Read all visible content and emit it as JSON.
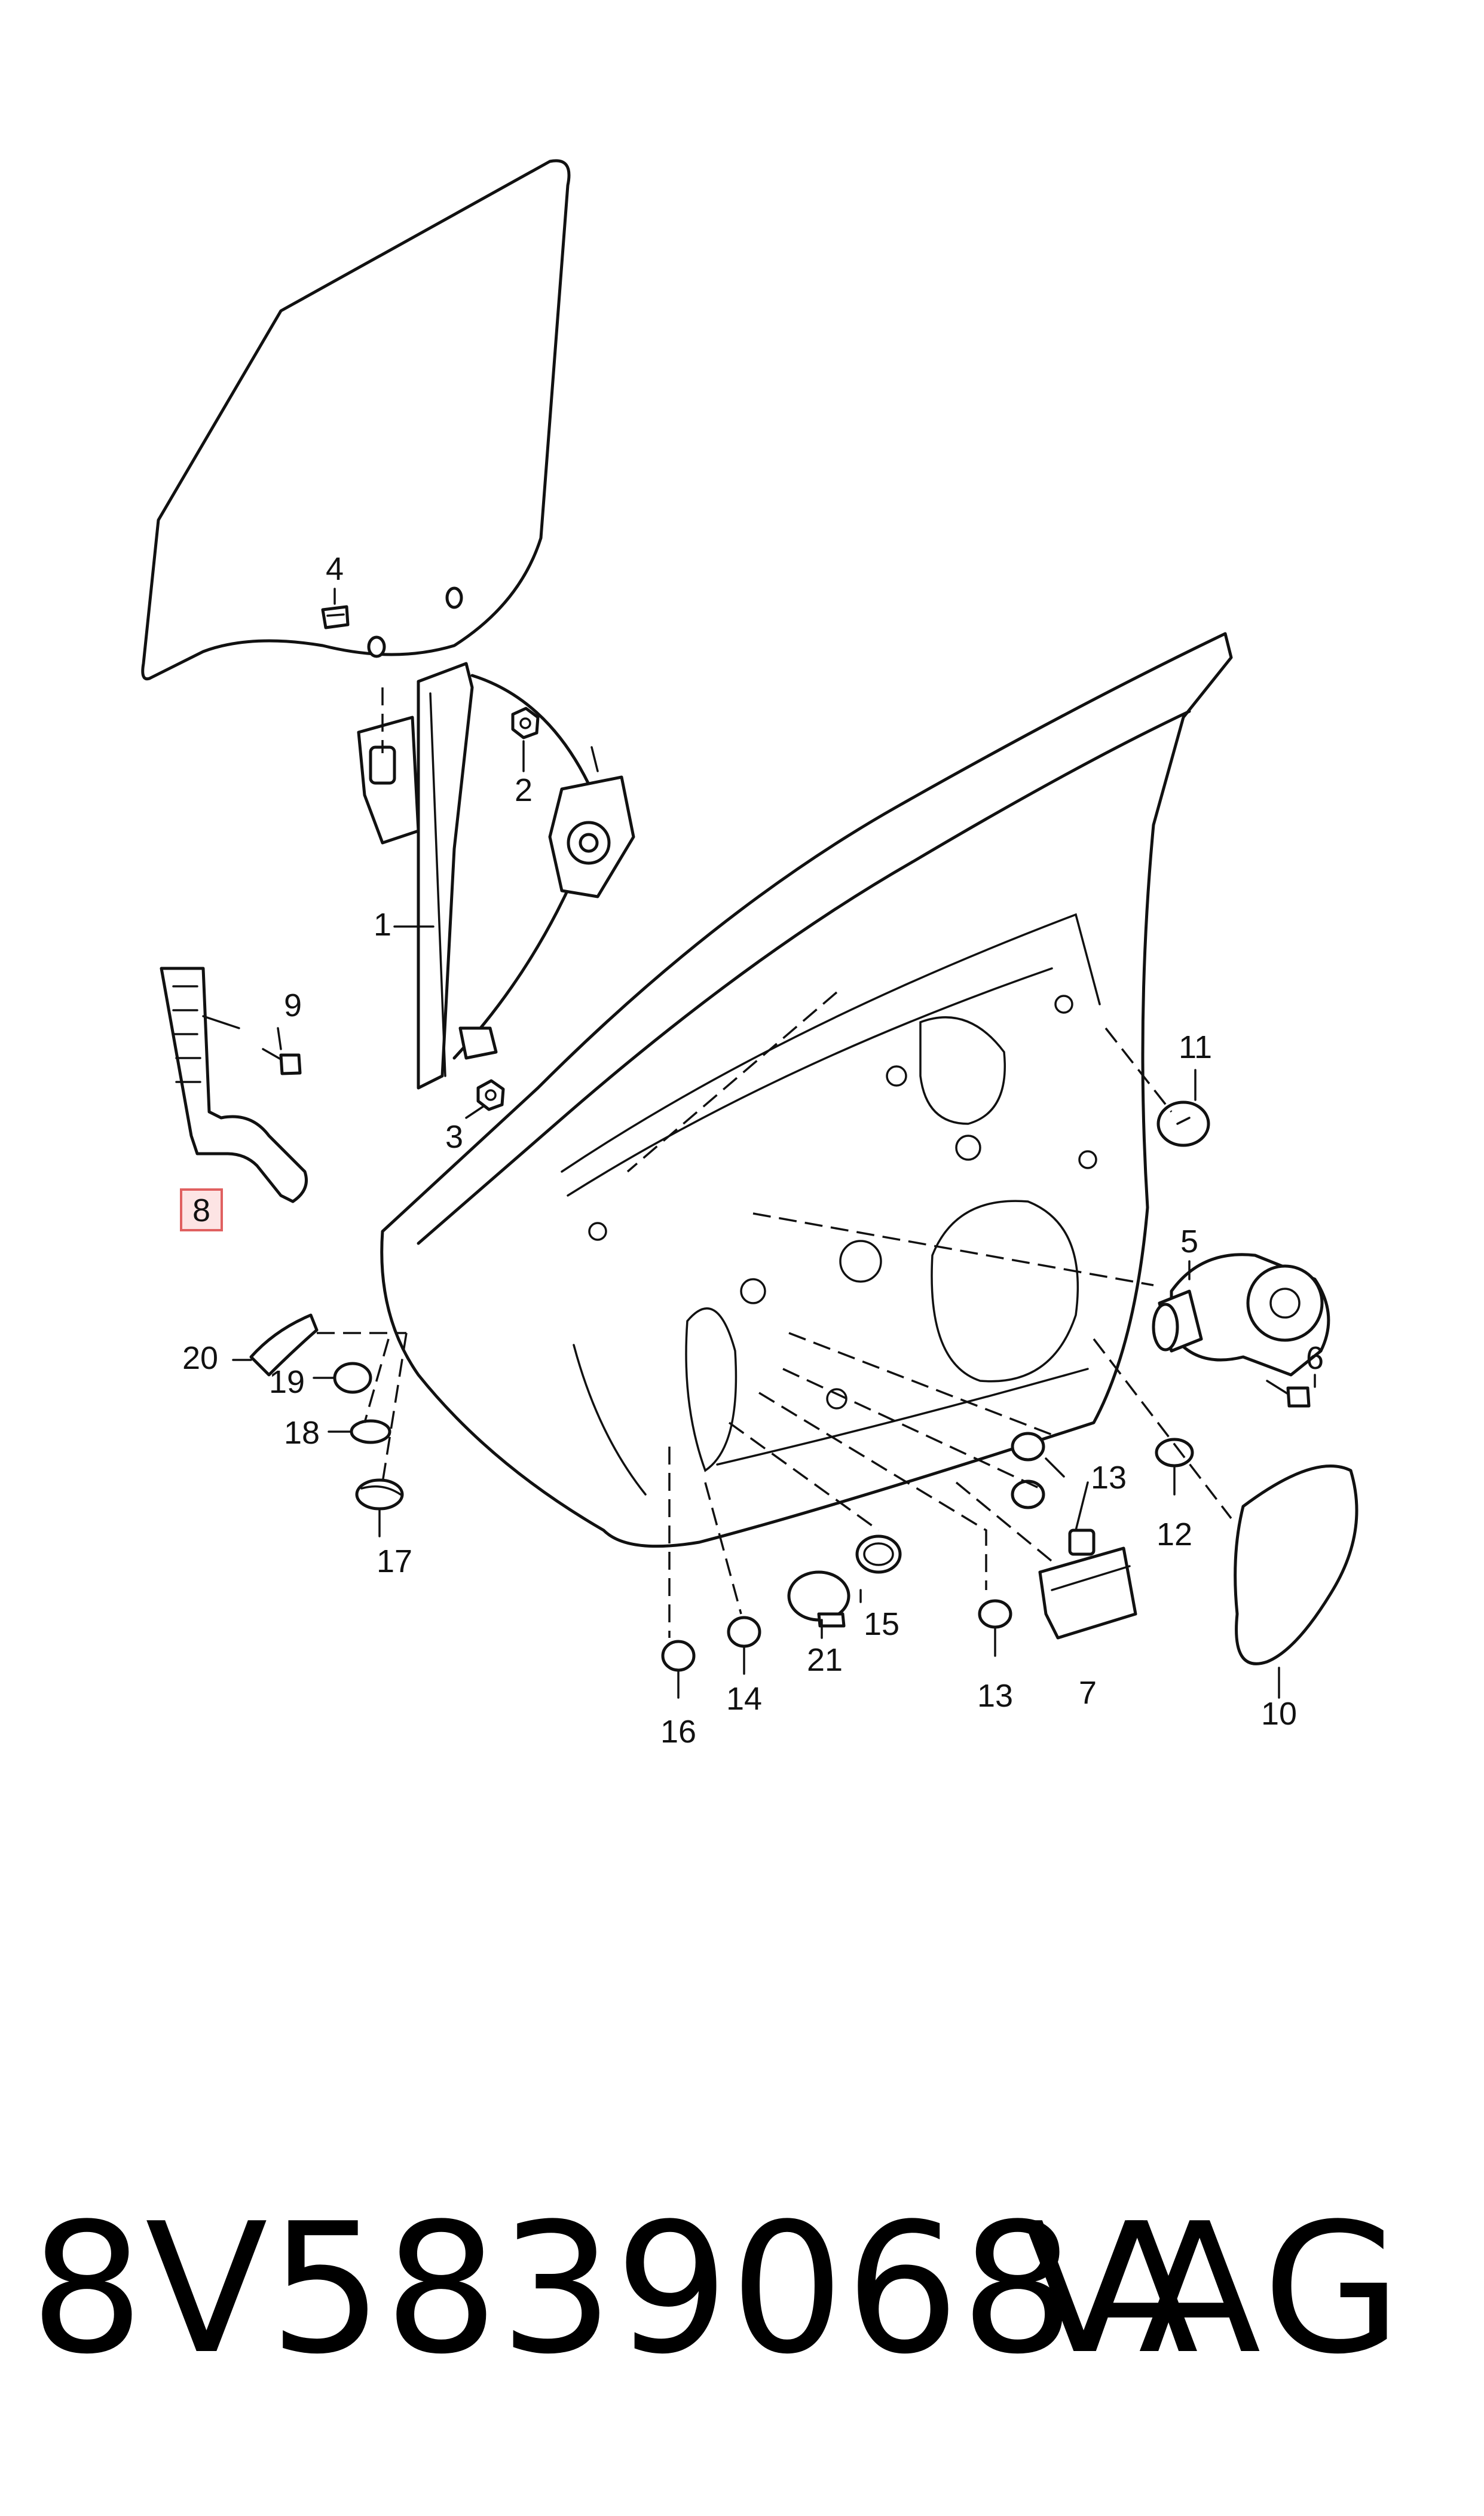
{
  "callouts": {
    "c1": "1",
    "c2": "2",
    "c3": "3",
    "c4": "4",
    "c5": "5",
    "c6": "6",
    "c7": "7",
    "c8": "8",
    "c9": "9",
    "c10": "10",
    "c11": "11",
    "c12": "12",
    "c13a": "13",
    "c13b": "13",
    "c14": "14",
    "c15": "15",
    "c16": "16",
    "c17": "17",
    "c18": "18",
    "c19": "19",
    "c20": "20",
    "c21": "21"
  },
  "highlighted_callout": "8",
  "footer": {
    "part_number": "8V5839068A",
    "brand": "VAG"
  }
}
